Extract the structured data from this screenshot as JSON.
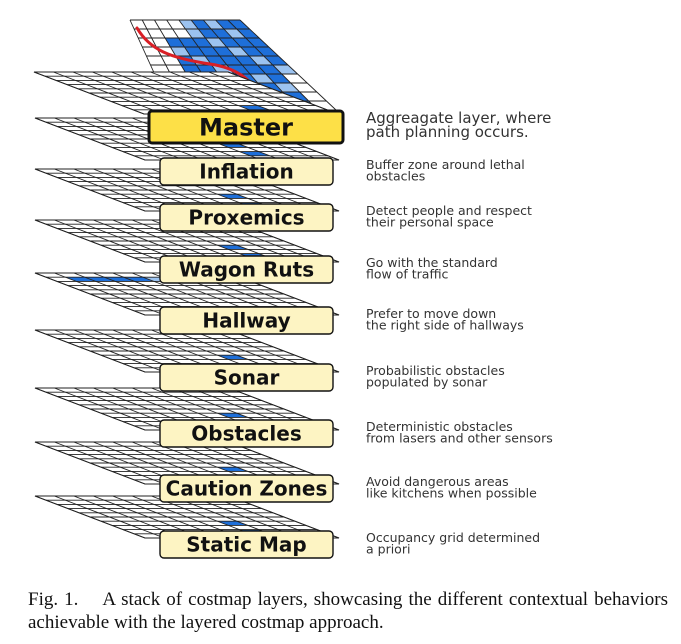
{
  "layers": [
    {
      "name": "Master",
      "description": [
        "Aggreagate layer, where",
        "path planning occurs."
      ]
    },
    {
      "name": "Inflation",
      "description": [
        "Buffer zone around lethal",
        "obstacles"
      ]
    },
    {
      "name": "Proxemics",
      "description": [
        "Detect people and respect",
        "their personal space"
      ]
    },
    {
      "name": "Wagon Ruts",
      "description": [
        "Go with the standard",
        "flow of traffic"
      ]
    },
    {
      "name": "Hallway",
      "description": [
        "Prefer to move down",
        "the right side of hallways"
      ]
    },
    {
      "name": "Sonar",
      "description": [
        "Probabilistic obstacles",
        "populated by sonar"
      ]
    },
    {
      "name": "Obstacles",
      "description": [
        "Deterministic obstacles",
        "from lasers and other sensors"
      ]
    },
    {
      "name": "Caution Zones",
      "description": [
        "Avoid dangerous areas",
        "like kitchens when possible"
      ]
    },
    {
      "name": "Static Map",
      "description": [
        "Occupancy grid determined",
        "a priori"
      ]
    }
  ],
  "caption": {
    "number": "Fig. 1.",
    "text": "A stack of costmap layers, showcasing the different contextual behaviors achievable with the layered costmap approach."
  },
  "colors": {
    "master_label_fill": "#fde047",
    "layer_label_fill": "#fdf4c3",
    "grid_line": "#222222",
    "cell_blue": "#1e6fd9",
    "cell_light_blue": "#9cc3f0",
    "path": "#d91f26"
  }
}
